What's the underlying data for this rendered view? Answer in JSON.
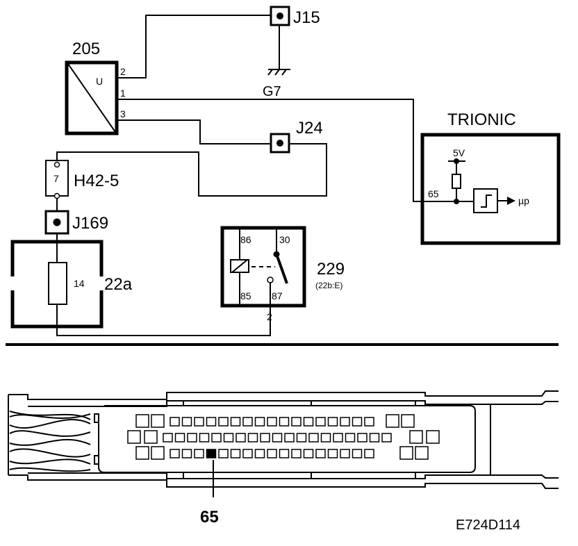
{
  "components": {
    "j15": "J15",
    "g7": "G7",
    "c205": "205",
    "c205_symbol": "U",
    "c205_pin2": "2",
    "c205_pin1": "1",
    "c205_pin3": "3",
    "j24": "J24",
    "h42_label": "H42-5",
    "h42_pin": "7",
    "j169": "J169",
    "c22a": "22a",
    "fuse_number": "14",
    "relay": "229",
    "relay_sub": "(22b:E)",
    "relay_pin86": "86",
    "relay_pin30": "30",
    "relay_pin85": "85",
    "relay_pin87": "87",
    "relay_wire_pin": "2",
    "trionic": "TRIONIC",
    "trionic_supply": "5V",
    "trionic_pin": "65",
    "trionic_up": "µp"
  },
  "connector": {
    "pin_callout": "65"
  },
  "figure_id": "E724D114"
}
